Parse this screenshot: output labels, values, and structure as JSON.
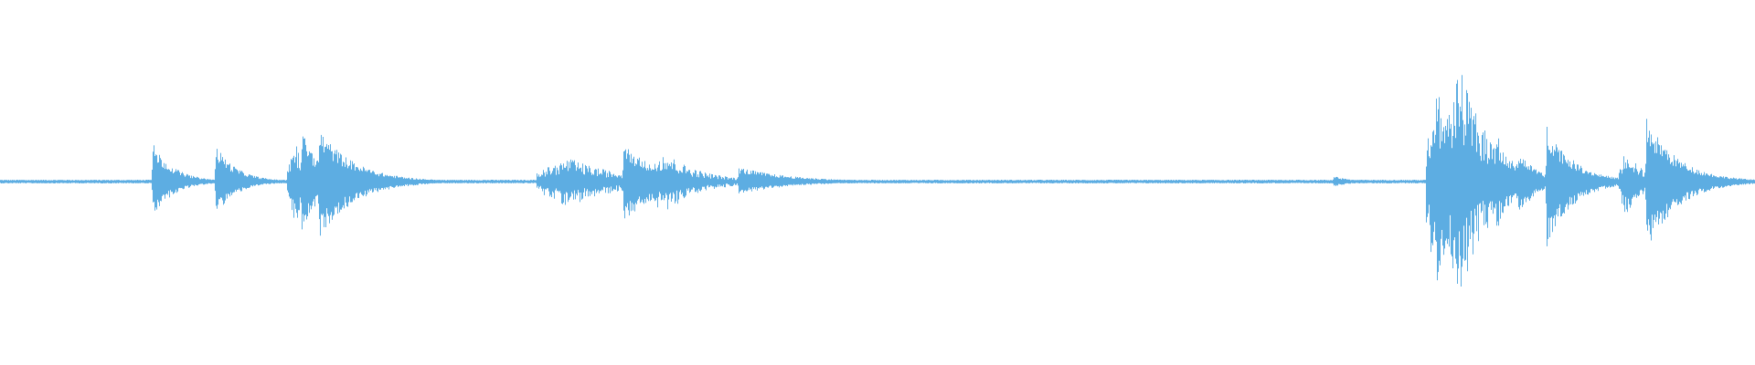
{
  "waveform": {
    "color": "#5dade2",
    "events": [
      {
        "time": 0.087,
        "peak_up": 0.21,
        "peak_down": 0.19,
        "decay": 0.012,
        "type": "click"
      },
      {
        "time": 0.123,
        "peak_up": 0.2,
        "peak_down": 0.18,
        "decay": 0.012,
        "type": "click"
      },
      {
        "time": 0.168,
        "peak_up": 0.23,
        "peak_down": 0.24,
        "decay": 0.008,
        "type": "burst"
      },
      {
        "time": 0.172,
        "peak_up": 0.29,
        "peak_down": 0.3,
        "decay": 0.01,
        "type": "click"
      },
      {
        "time": 0.182,
        "peak_up": 0.29,
        "peak_down": 0.31,
        "decay": 0.02,
        "type": "click"
      },
      {
        "time": 0.324,
        "peak_up": 0.13,
        "peak_down": 0.14,
        "decay": 0.03,
        "type": "burst"
      },
      {
        "time": 0.355,
        "peak_up": 0.21,
        "peak_down": 0.23,
        "decay": 0.02,
        "type": "click"
      },
      {
        "time": 0.378,
        "peak_up": 0.17,
        "peak_down": 0.18,
        "decay": 0.02,
        "type": "burst"
      },
      {
        "time": 0.421,
        "peak_up": 0.08,
        "peak_down": 0.07,
        "decay": 0.03,
        "type": "click"
      },
      {
        "time": 0.76,
        "peak_up": 0.03,
        "peak_down": 0.03,
        "decay": 0.01,
        "type": "click"
      },
      {
        "time": 0.819,
        "peak_up": 0.56,
        "peak_down": 0.6,
        "decay": 0.01,
        "type": "burst"
      },
      {
        "time": 0.832,
        "peak_up": 0.62,
        "peak_down": 0.62,
        "decay": 0.018,
        "type": "burst"
      },
      {
        "time": 0.853,
        "peak_up": 0.27,
        "peak_down": 0.28,
        "decay": 0.008,
        "type": "burst"
      },
      {
        "time": 0.865,
        "peak_up": 0.18,
        "peak_down": 0.2,
        "decay": 0.01,
        "type": "click"
      },
      {
        "time": 0.881,
        "peak_up": 0.32,
        "peak_down": 0.36,
        "decay": 0.015,
        "type": "click"
      },
      {
        "time": 0.898,
        "peak_up": 0.04,
        "peak_down": 0.04,
        "decay": 0.02,
        "type": "burst"
      },
      {
        "time": 0.927,
        "peak_up": 0.2,
        "peak_down": 0.21,
        "decay": 0.008,
        "type": "burst"
      },
      {
        "time": 0.938,
        "peak_up": 0.35,
        "peak_down": 0.38,
        "decay": 0.018,
        "type": "click"
      },
      {
        "time": 0.985,
        "peak_up": 0.02,
        "peak_down": 0.02,
        "decay": 0.01,
        "type": "burst"
      }
    ]
  }
}
